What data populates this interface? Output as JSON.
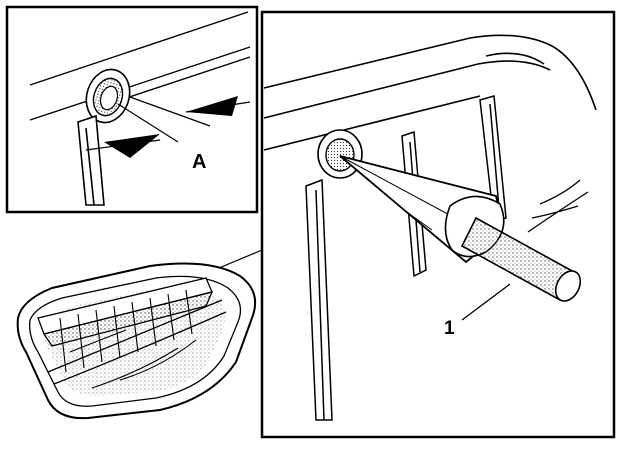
{
  "figure": {
    "callouts": {
      "detail_label": "A",
      "tool_label": "1"
    },
    "colors": {
      "ink": "#000000",
      "paper": "#ffffff",
      "stipple": "#8a8a8a"
    },
    "icons": {
      "detail_inset": "grommet-hole-detail",
      "overview": "oil-pan-with-baffle",
      "main": "drift-punch-tool"
    }
  }
}
